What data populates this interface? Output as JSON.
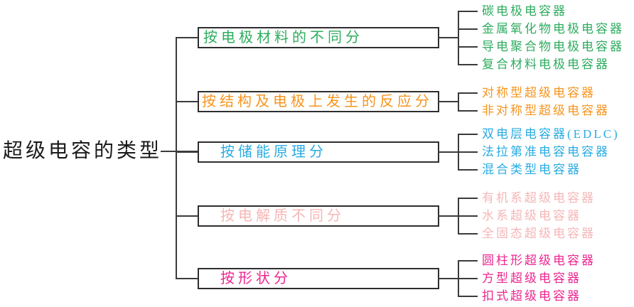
{
  "diagram": {
    "root": "超级电容的类型",
    "line_color": "#3b3b3b",
    "root_text_color": "#1a1a1a",
    "branches": [
      {
        "label": "按电极材料的不同分",
        "color": "#2EAC5F",
        "leaves": [
          "碳电极电容器",
          "金属氧化物电极电容器",
          "导电聚合物电极电容器",
          "复合材料电极电容器"
        ]
      },
      {
        "label": "按结构及电极上发生的反应分",
        "color": "#F7941D",
        "leaves": [
          "对称型超级电容器",
          "非对称型超级电容器"
        ]
      },
      {
        "label": "按储能原理分",
        "color": "#29ABE2",
        "leaves": [
          "双电层电容器(EDLC)",
          "法拉第准电容电容器",
          "混合类型电容器"
        ]
      },
      {
        "label": "按电解质不同分",
        "color": "#F6B6B6",
        "leaves": [
          "有机系超级电容器",
          "水系超级电容器",
          "全固态超级电容器"
        ]
      },
      {
        "label": "按形状分",
        "color": "#EC268F",
        "leaves": [
          "圆柱形超级电容器",
          "方型超级电容器",
          "扣式超级电容器"
        ]
      }
    ]
  }
}
